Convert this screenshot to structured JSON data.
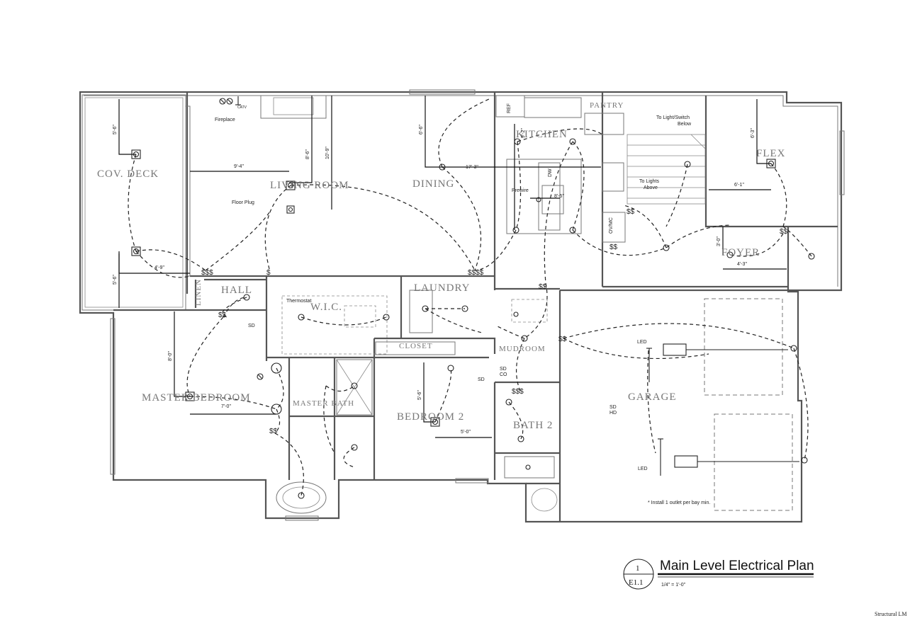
{
  "title_block": {
    "title": "Main Level Electrical Plan",
    "scale": "1/4\" = 1'-0\"",
    "detail_number": "1",
    "sheet_number": "E1.1"
  },
  "credit": "Structural LM",
  "rooms": {
    "cov_deck": "COV. DECK",
    "living_room": "LIVING ROOM",
    "dining": "DINING",
    "kitchen": "KITCHEN",
    "pantry": "PANTRY",
    "flex": "FLEX",
    "foyer": "FOYER",
    "hall": "HALL",
    "linen": "LINEN",
    "laundry": "LAUNDRY",
    "wic": "W.I.C.",
    "closet": "CLOSET",
    "mudroom": "MUDROOM",
    "master_bedroom": "MASTER BEDROOM",
    "master_bath": "MASTER BATH",
    "bedroom_2": "BEDROOM 2",
    "bath_2": "BATH 2",
    "garage": "GARAGE"
  },
  "notes": {
    "fireplace": "Fireplace",
    "catv": "CATV",
    "floor_plug": "Floor Plug",
    "thermostat": "Thermostat",
    "to_light_switch": "To Light/Switch",
    "below": "Below",
    "to_lights": "To Lights",
    "above": "Above",
    "install_outlet": "* Install 1 outlet per bay min.",
    "led_1": "LED",
    "led_2": "LED",
    "sd_hall": "SD",
    "sd_mud": "SD",
    "co_mud": "CO",
    "sd_mud2": "SD",
    "sd_garage": "SD",
    "hd_garage": "HD",
    "prewire": "Prewire",
    "ref": "REF",
    "dw": "DW",
    "ovn": "OV/MC"
  },
  "dimensions": {
    "d_deck_top": "5'-6\"",
    "d_deck_bot": "5'-6\"",
    "d_living_h": "9'-4\"",
    "d_living_v1": "8'-6\"",
    "d_living_v2": "10'-9\"",
    "d_dining_v": "6'-6\"",
    "d_dining_h": "17'-3\"",
    "d_kitchen_v": "9'-2\"",
    "d_kitchen_h": "8'-5\"",
    "d_flex_v": "6'-3\"",
    "d_flex_h": "6'-1\"",
    "d_foyer_v": "3'-0\"",
    "d_foyer_h": "4'-3\"",
    "d_deck_h": "4'-9\"",
    "d_master_v": "8'-0\"",
    "d_master_h": "7'-0\"",
    "d_bed2_v": "5'-6\"",
    "d_bed2_h": "5'-0\""
  },
  "switches": {
    "s1": "$$$",
    "s2": "$",
    "s3": "$$$$",
    "s4": "$$",
    "s5": "$$",
    "s6": "$$",
    "s7": "$$",
    "s8": "$$$",
    "s9": "$$",
    "s10": "$$",
    "s11": "$$"
  }
}
